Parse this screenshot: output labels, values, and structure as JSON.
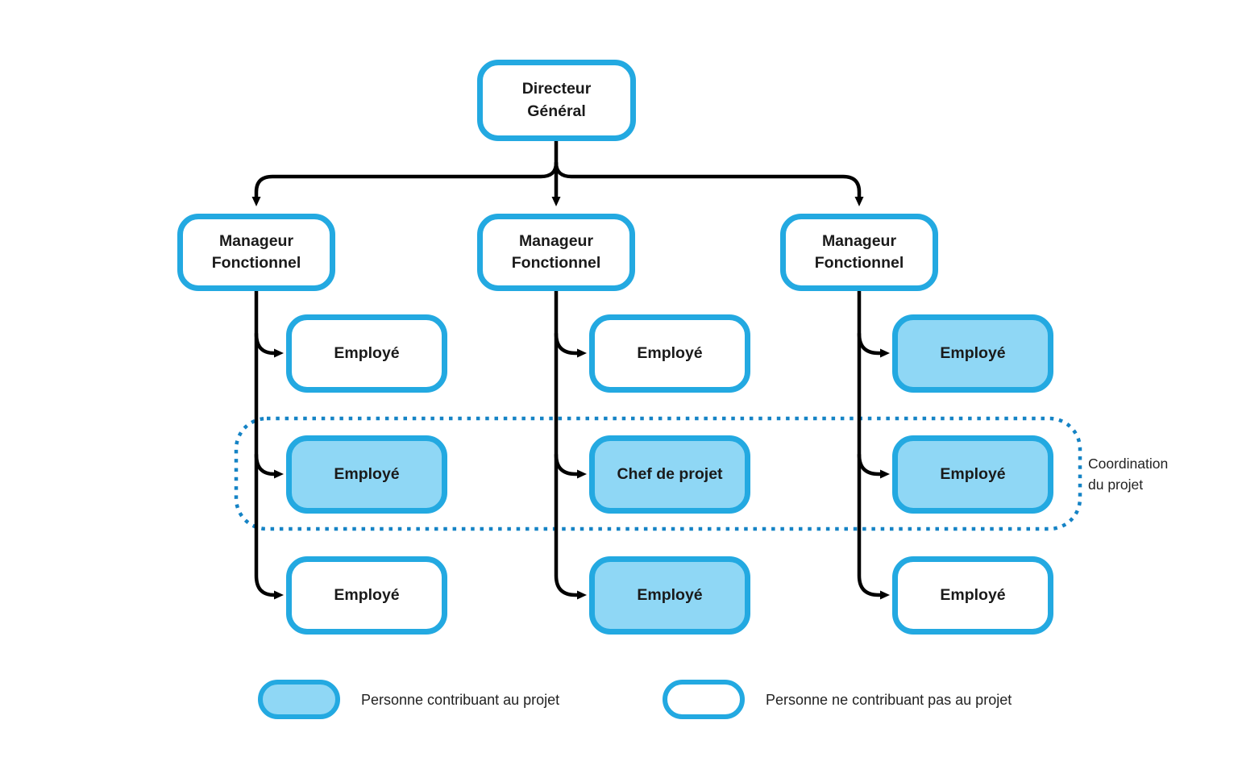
{
  "diagram": {
    "root": {
      "label": "Directeur\nGénéral"
    },
    "managers": [
      {
        "label": "Manageur\nFonctionnel"
      },
      {
        "label": "Manageur\nFonctionnel"
      },
      {
        "label": "Manageur\nFonctionnel"
      }
    ],
    "columns": [
      {
        "children": [
          {
            "label": "Employé",
            "contributes": false
          },
          {
            "label": "Employé",
            "contributes": true
          },
          {
            "label": "Employé",
            "contributes": false
          }
        ]
      },
      {
        "children": [
          {
            "label": "Employé",
            "contributes": false
          },
          {
            "label": "Chef de projet",
            "contributes": true
          },
          {
            "label": "Employé",
            "contributes": true
          }
        ]
      },
      {
        "children": [
          {
            "label": "Employé",
            "contributes": true
          },
          {
            "label": "Employé",
            "contributes": true
          },
          {
            "label": "Employé",
            "contributes": false
          }
        ]
      }
    ],
    "coordination_label": "Coordination\ndu projet"
  },
  "legend": {
    "contributing": "Personne contribuant au projet",
    "not_contributing": "Personne ne contribuant pas au projet"
  },
  "colors": {
    "accent": "#23a9e1",
    "fill": "#8fd7f5",
    "dotted": "#1583c5",
    "line": "#000000",
    "text": "#1a1a1a"
  }
}
